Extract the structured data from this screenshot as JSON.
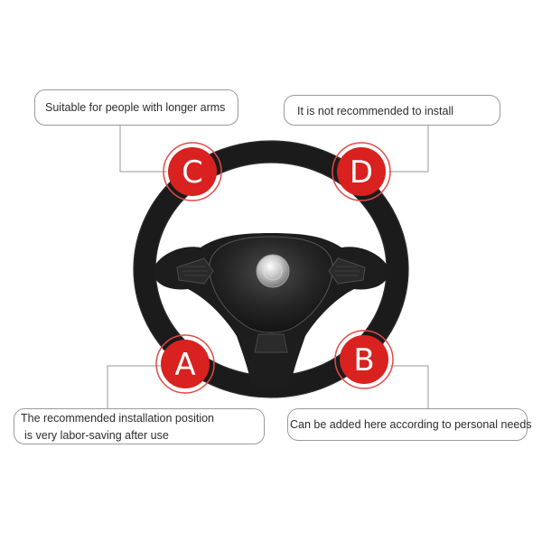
{
  "colors": {
    "badge_red": "#d9211f",
    "badge_ring": "#e44a48",
    "wheel": "#1b1b1b",
    "leader_line": "#9a9a9a",
    "callout_border": "#9a9a9a"
  },
  "badges": {
    "c": "C",
    "d": "D",
    "a": "A",
    "b": "B"
  },
  "callouts": {
    "c": "Suitable for people with longer arms",
    "d": "It is not recommended to install",
    "a_line1": "The recommended installation position",
    "a_line2": "is very labor-saving after use",
    "b": "Can be added here according to personal needs"
  },
  "icons": {
    "wheel": "steering-wheel-icon",
    "horn": "horn-logo-icon"
  }
}
